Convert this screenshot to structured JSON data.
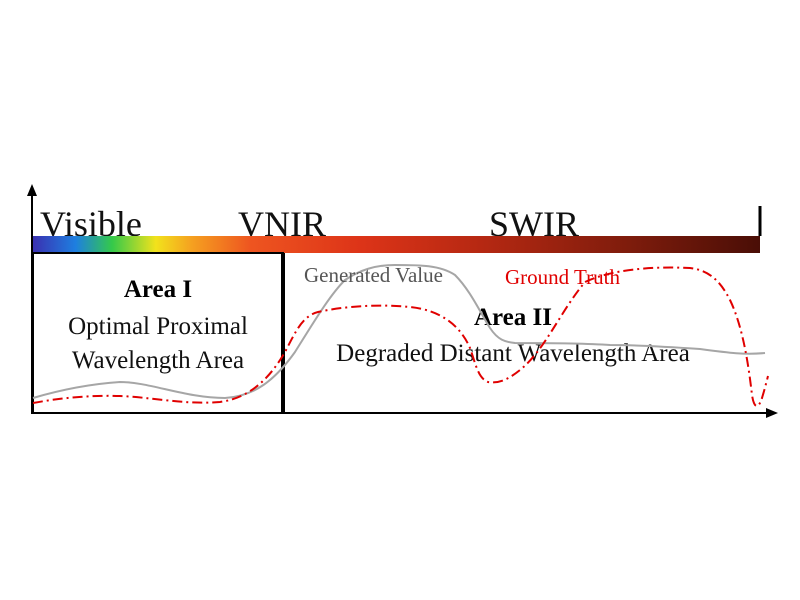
{
  "bands": {
    "visible": "Visible",
    "vnir": "VNIR",
    "swir": "SWIR"
  },
  "spectrum_colors": [
    "#3b2fb0",
    "#1e7fe0",
    "#34c94a",
    "#f2e21c",
    "#f5a020",
    "#ee5520",
    "#dd3418",
    "#b52812",
    "#7e1c0c",
    "#4a0e06"
  ],
  "area1": {
    "title": "Area I",
    "line1": "Optimal Proximal",
    "line2": "Wavelength Area"
  },
  "area2": {
    "title": "Area II",
    "line1": "Degraded Distant Wavelength Area"
  },
  "legend": {
    "generated": "Generated Value",
    "ground_truth": "Ground Truth"
  },
  "colors": {
    "generated": "#a6a6a6",
    "ground_truth": "#e00000",
    "axis": "#000000"
  }
}
